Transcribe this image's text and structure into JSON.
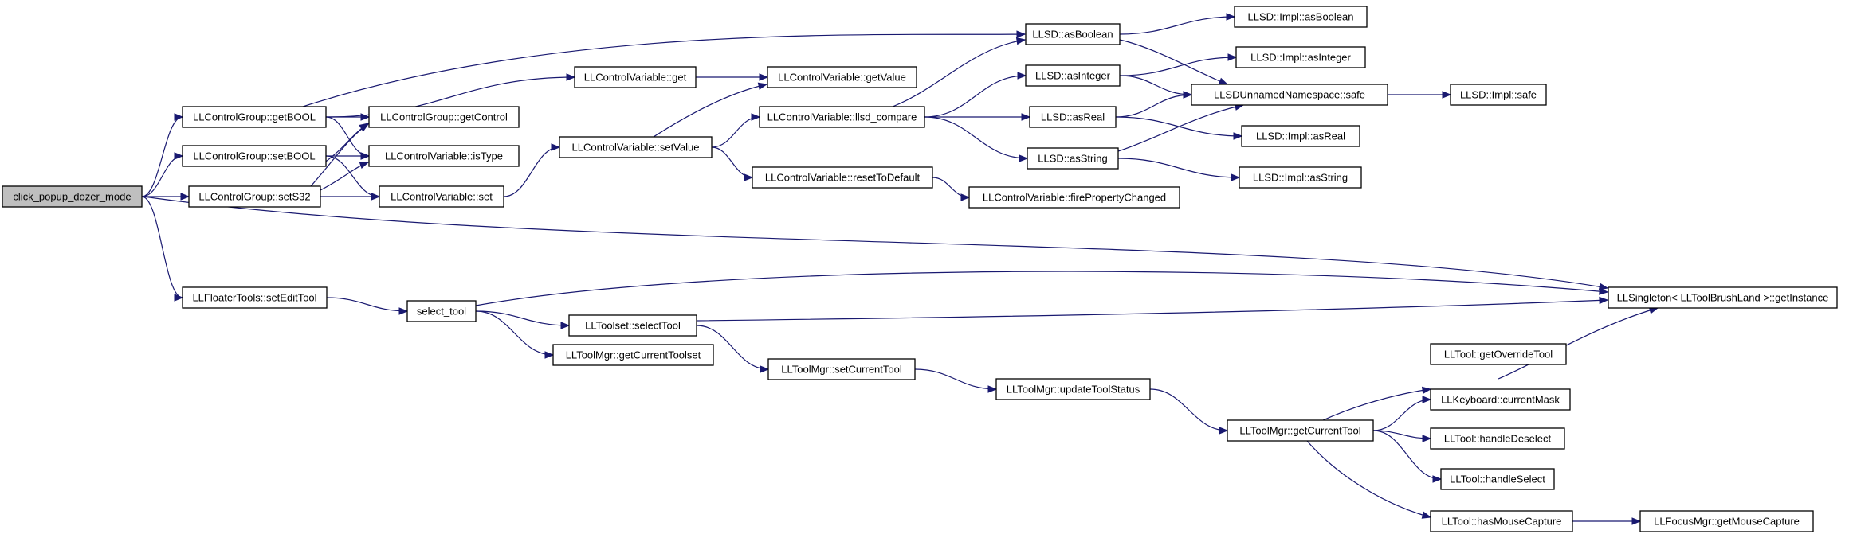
{
  "diagram": {
    "nodes": [
      {
        "id": "n0",
        "label": "click_popup_dozer_mode",
        "root": true
      },
      {
        "id": "n1",
        "label": "LLControlGroup::getBOOL"
      },
      {
        "id": "n2",
        "label": "LLControlGroup::setBOOL"
      },
      {
        "id": "n3",
        "label": "LLControlGroup::setS32"
      },
      {
        "id": "n4",
        "label": "LLFloaterTools::setEditTool"
      },
      {
        "id": "n5",
        "label": "LLControlGroup::getControl"
      },
      {
        "id": "n6",
        "label": "LLControlVariable::isType"
      },
      {
        "id": "n7",
        "label": "LLControlVariable::set"
      },
      {
        "id": "n8",
        "label": "LLControlVariable::get"
      },
      {
        "id": "n9",
        "label": "LLControlVariable::setValue"
      },
      {
        "id": "n10",
        "label": "LLControlVariable::getValue"
      },
      {
        "id": "n11",
        "label": "LLControlVariable::llsd_compare"
      },
      {
        "id": "n12",
        "label": "LLControlVariable::resetToDefault"
      },
      {
        "id": "n13",
        "label": "LLControlVariable::firePropertyChanged"
      },
      {
        "id": "n14",
        "label": "LLSD::asBoolean"
      },
      {
        "id": "n15",
        "label": "LLSD::asInteger"
      },
      {
        "id": "n16",
        "label": "LLSD::asReal"
      },
      {
        "id": "n17",
        "label": "LLSD::asString"
      },
      {
        "id": "n18",
        "label": "LLSD::Impl::asBoolean"
      },
      {
        "id": "n19",
        "label": "LLSD::Impl::asInteger"
      },
      {
        "id": "n20",
        "label": "LLSDUnnamedNamespace::safe"
      },
      {
        "id": "n21",
        "label": "LLSD::Impl::asReal"
      },
      {
        "id": "n22",
        "label": "LLSD::Impl::asString"
      },
      {
        "id": "n23",
        "label": "LLSD::Impl::safe"
      },
      {
        "id": "n24",
        "label": "select_tool"
      },
      {
        "id": "n25",
        "label": "LLToolset::selectTool"
      },
      {
        "id": "n26",
        "label": "LLToolMgr::getCurrentToolset"
      },
      {
        "id": "n27",
        "label": "LLToolMgr::setCurrentTool"
      },
      {
        "id": "n28",
        "label": "LLToolMgr::updateToolStatus"
      },
      {
        "id": "n29",
        "label": "LLToolMgr::getCurrentTool"
      },
      {
        "id": "n30",
        "label": "LLSingleton< LLToolBrushLand >::getInstance"
      },
      {
        "id": "n31",
        "label": "LLTool::getOverrideTool"
      },
      {
        "id": "n32",
        "label": "LLKeyboard::currentMask"
      },
      {
        "id": "n33",
        "label": "LLTool::handleDeselect"
      },
      {
        "id": "n34",
        "label": "LLTool::handleSelect"
      },
      {
        "id": "n35",
        "label": "LLTool::hasMouseCapture"
      },
      {
        "id": "n36",
        "label": "LLFocusMgr::getMouseCapture"
      }
    ],
    "edges": [
      {
        "from": "n0",
        "to": "n1"
      },
      {
        "from": "n0",
        "to": "n2"
      },
      {
        "from": "n0",
        "to": "n3"
      },
      {
        "from": "n0",
        "to": "n4"
      },
      {
        "from": "n0",
        "to": "n30"
      },
      {
        "from": "n1",
        "to": "n5"
      },
      {
        "from": "n1",
        "to": "n6"
      },
      {
        "from": "n1",
        "to": "n8"
      },
      {
        "from": "n1",
        "to": "n14"
      },
      {
        "from": "n2",
        "to": "n5"
      },
      {
        "from": "n2",
        "to": "n6"
      },
      {
        "from": "n2",
        "to": "n7"
      },
      {
        "from": "n3",
        "to": "n5"
      },
      {
        "from": "n3",
        "to": "n6"
      },
      {
        "from": "n3",
        "to": "n7"
      },
      {
        "from": "n7",
        "to": "n9"
      },
      {
        "from": "n8",
        "to": "n10"
      },
      {
        "from": "n9",
        "to": "n10"
      },
      {
        "from": "n9",
        "to": "n11"
      },
      {
        "from": "n9",
        "to": "n12"
      },
      {
        "from": "n11",
        "to": "n14"
      },
      {
        "from": "n11",
        "to": "n15"
      },
      {
        "from": "n11",
        "to": "n16"
      },
      {
        "from": "n11",
        "to": "n17"
      },
      {
        "from": "n12",
        "to": "n13"
      },
      {
        "from": "n14",
        "to": "n18"
      },
      {
        "from": "n14",
        "to": "n20"
      },
      {
        "from": "n15",
        "to": "n19"
      },
      {
        "from": "n15",
        "to": "n20"
      },
      {
        "from": "n16",
        "to": "n20"
      },
      {
        "from": "n16",
        "to": "n21"
      },
      {
        "from": "n17",
        "to": "n20"
      },
      {
        "from": "n17",
        "to": "n22"
      },
      {
        "from": "n20",
        "to": "n23"
      },
      {
        "from": "n4",
        "to": "n24"
      },
      {
        "from": "n24",
        "to": "n25"
      },
      {
        "from": "n24",
        "to": "n26"
      },
      {
        "from": "n24",
        "to": "n30"
      },
      {
        "from": "n25",
        "to": "n27"
      },
      {
        "from": "n25",
        "to": "n30"
      },
      {
        "from": "n27",
        "to": "n28"
      },
      {
        "from": "n28",
        "to": "n29"
      },
      {
        "from": "n29",
        "to": "n31"
      },
      {
        "from": "n29",
        "to": "n32"
      },
      {
        "from": "n29",
        "to": "n33"
      },
      {
        "from": "n29",
        "to": "n34"
      },
      {
        "from": "n29",
        "to": "n35"
      },
      {
        "from": "n31",
        "to": "n30"
      },
      {
        "from": "n35",
        "to": "n36"
      }
    ],
    "colors": {
      "edge": "#191970",
      "root_fill": "#bfbfbf",
      "node_fill": "#ffffff",
      "node_border": "#000000"
    }
  }
}
